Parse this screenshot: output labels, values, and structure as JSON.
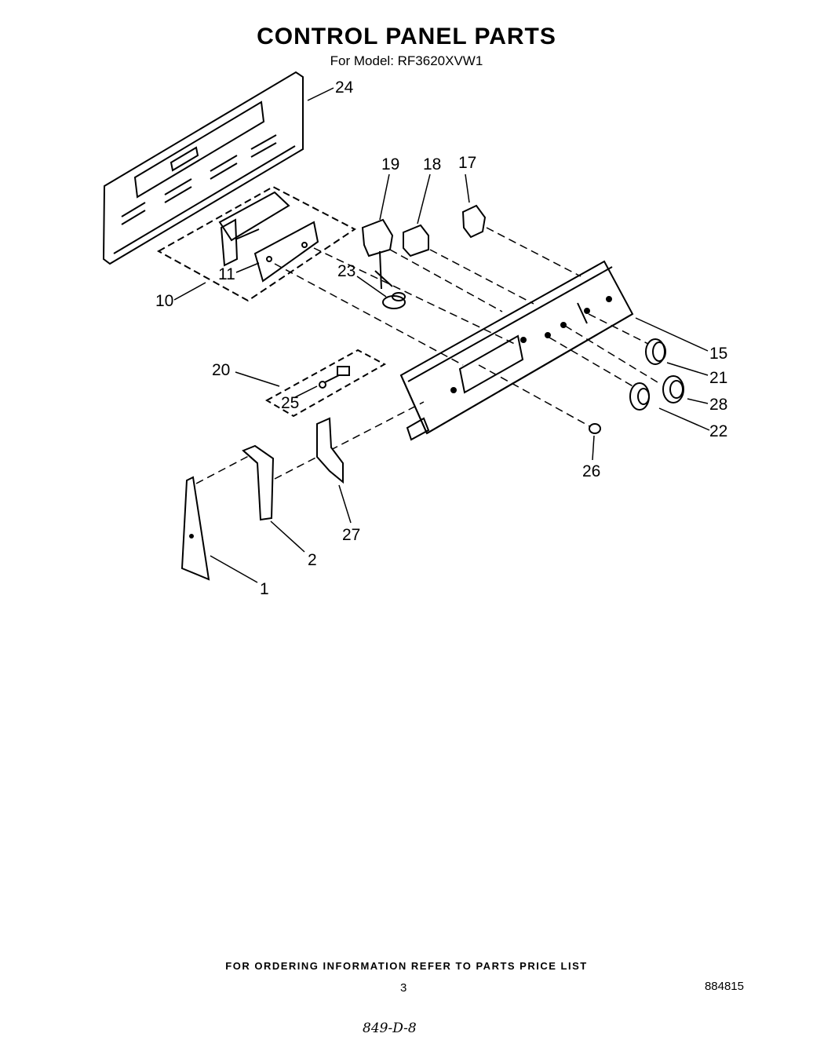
{
  "title": "CONTROL PANEL PARTS",
  "subtitle": "For Model: RF3620XVW1",
  "callouts": [
    "24",
    "19",
    "18",
    "17",
    "11",
    "23",
    "10",
    "15",
    "21",
    "20",
    "28",
    "25",
    "22",
    "26",
    "27",
    "2",
    "1"
  ],
  "footer": {
    "ordering_note": "FOR ORDERING INFORMATION REFER TO PARTS PRICE LIST",
    "page_number": "3",
    "document_number": "884815",
    "handwritten_note": "849-D-8"
  }
}
